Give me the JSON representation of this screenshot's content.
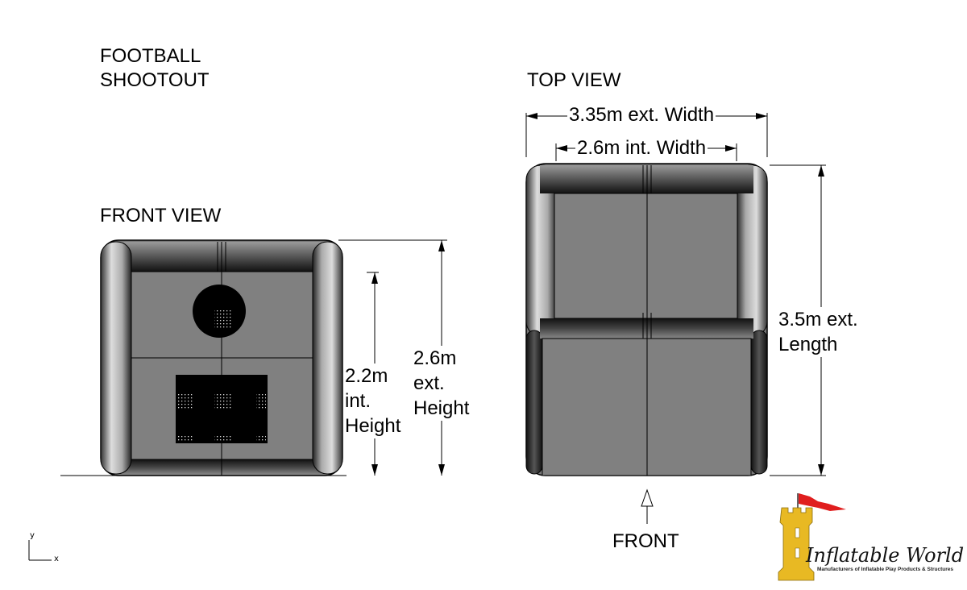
{
  "title": [
    "FOOTBALL",
    "SHOOTOUT"
  ],
  "front_view": {
    "label": "FRONT VIEW",
    "int_height": [
      "2.2m",
      "int.",
      "Height"
    ],
    "ext_height": [
      "2.6m",
      "ext.",
      "Height"
    ]
  },
  "top_view": {
    "label": "TOP VIEW",
    "ext_width": "3.35m ext. Width",
    "int_width": "2.6m int. Width",
    "ext_length": [
      "3.5m ext.",
      "Length"
    ],
    "front_label": "FRONT"
  },
  "axis": {
    "y": "y",
    "x": "x"
  },
  "logo": {
    "name": "Inflatable World",
    "tagline": "Manufacturers of Inflatable Play Products & Structures",
    "colors": {
      "tower": "#e8b923",
      "flag": "#e01e1e"
    }
  }
}
